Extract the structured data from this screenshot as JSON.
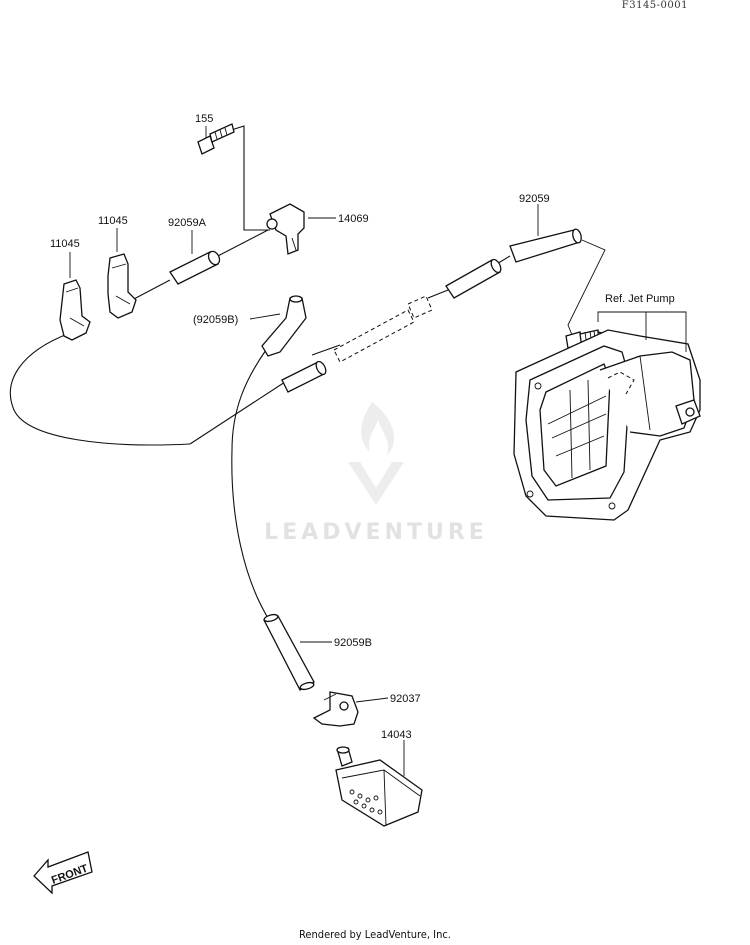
{
  "drawing_ref": "F3145-0001",
  "watermark": "LEADVENTURE",
  "footer": "Rendered by LeadVenture, Inc.",
  "labels": {
    "p155": "155",
    "p11045a": "11045",
    "p11045b": "11045",
    "p92059A": "92059A",
    "p14069": "14069",
    "p92059": "92059",
    "pRefJetPump": "Ref. Jet Pump",
    "p92059B_paren": "(92059B)",
    "p92059B": "92059B",
    "p92037": "92037",
    "p14043": "14043",
    "front": "FRONT"
  }
}
